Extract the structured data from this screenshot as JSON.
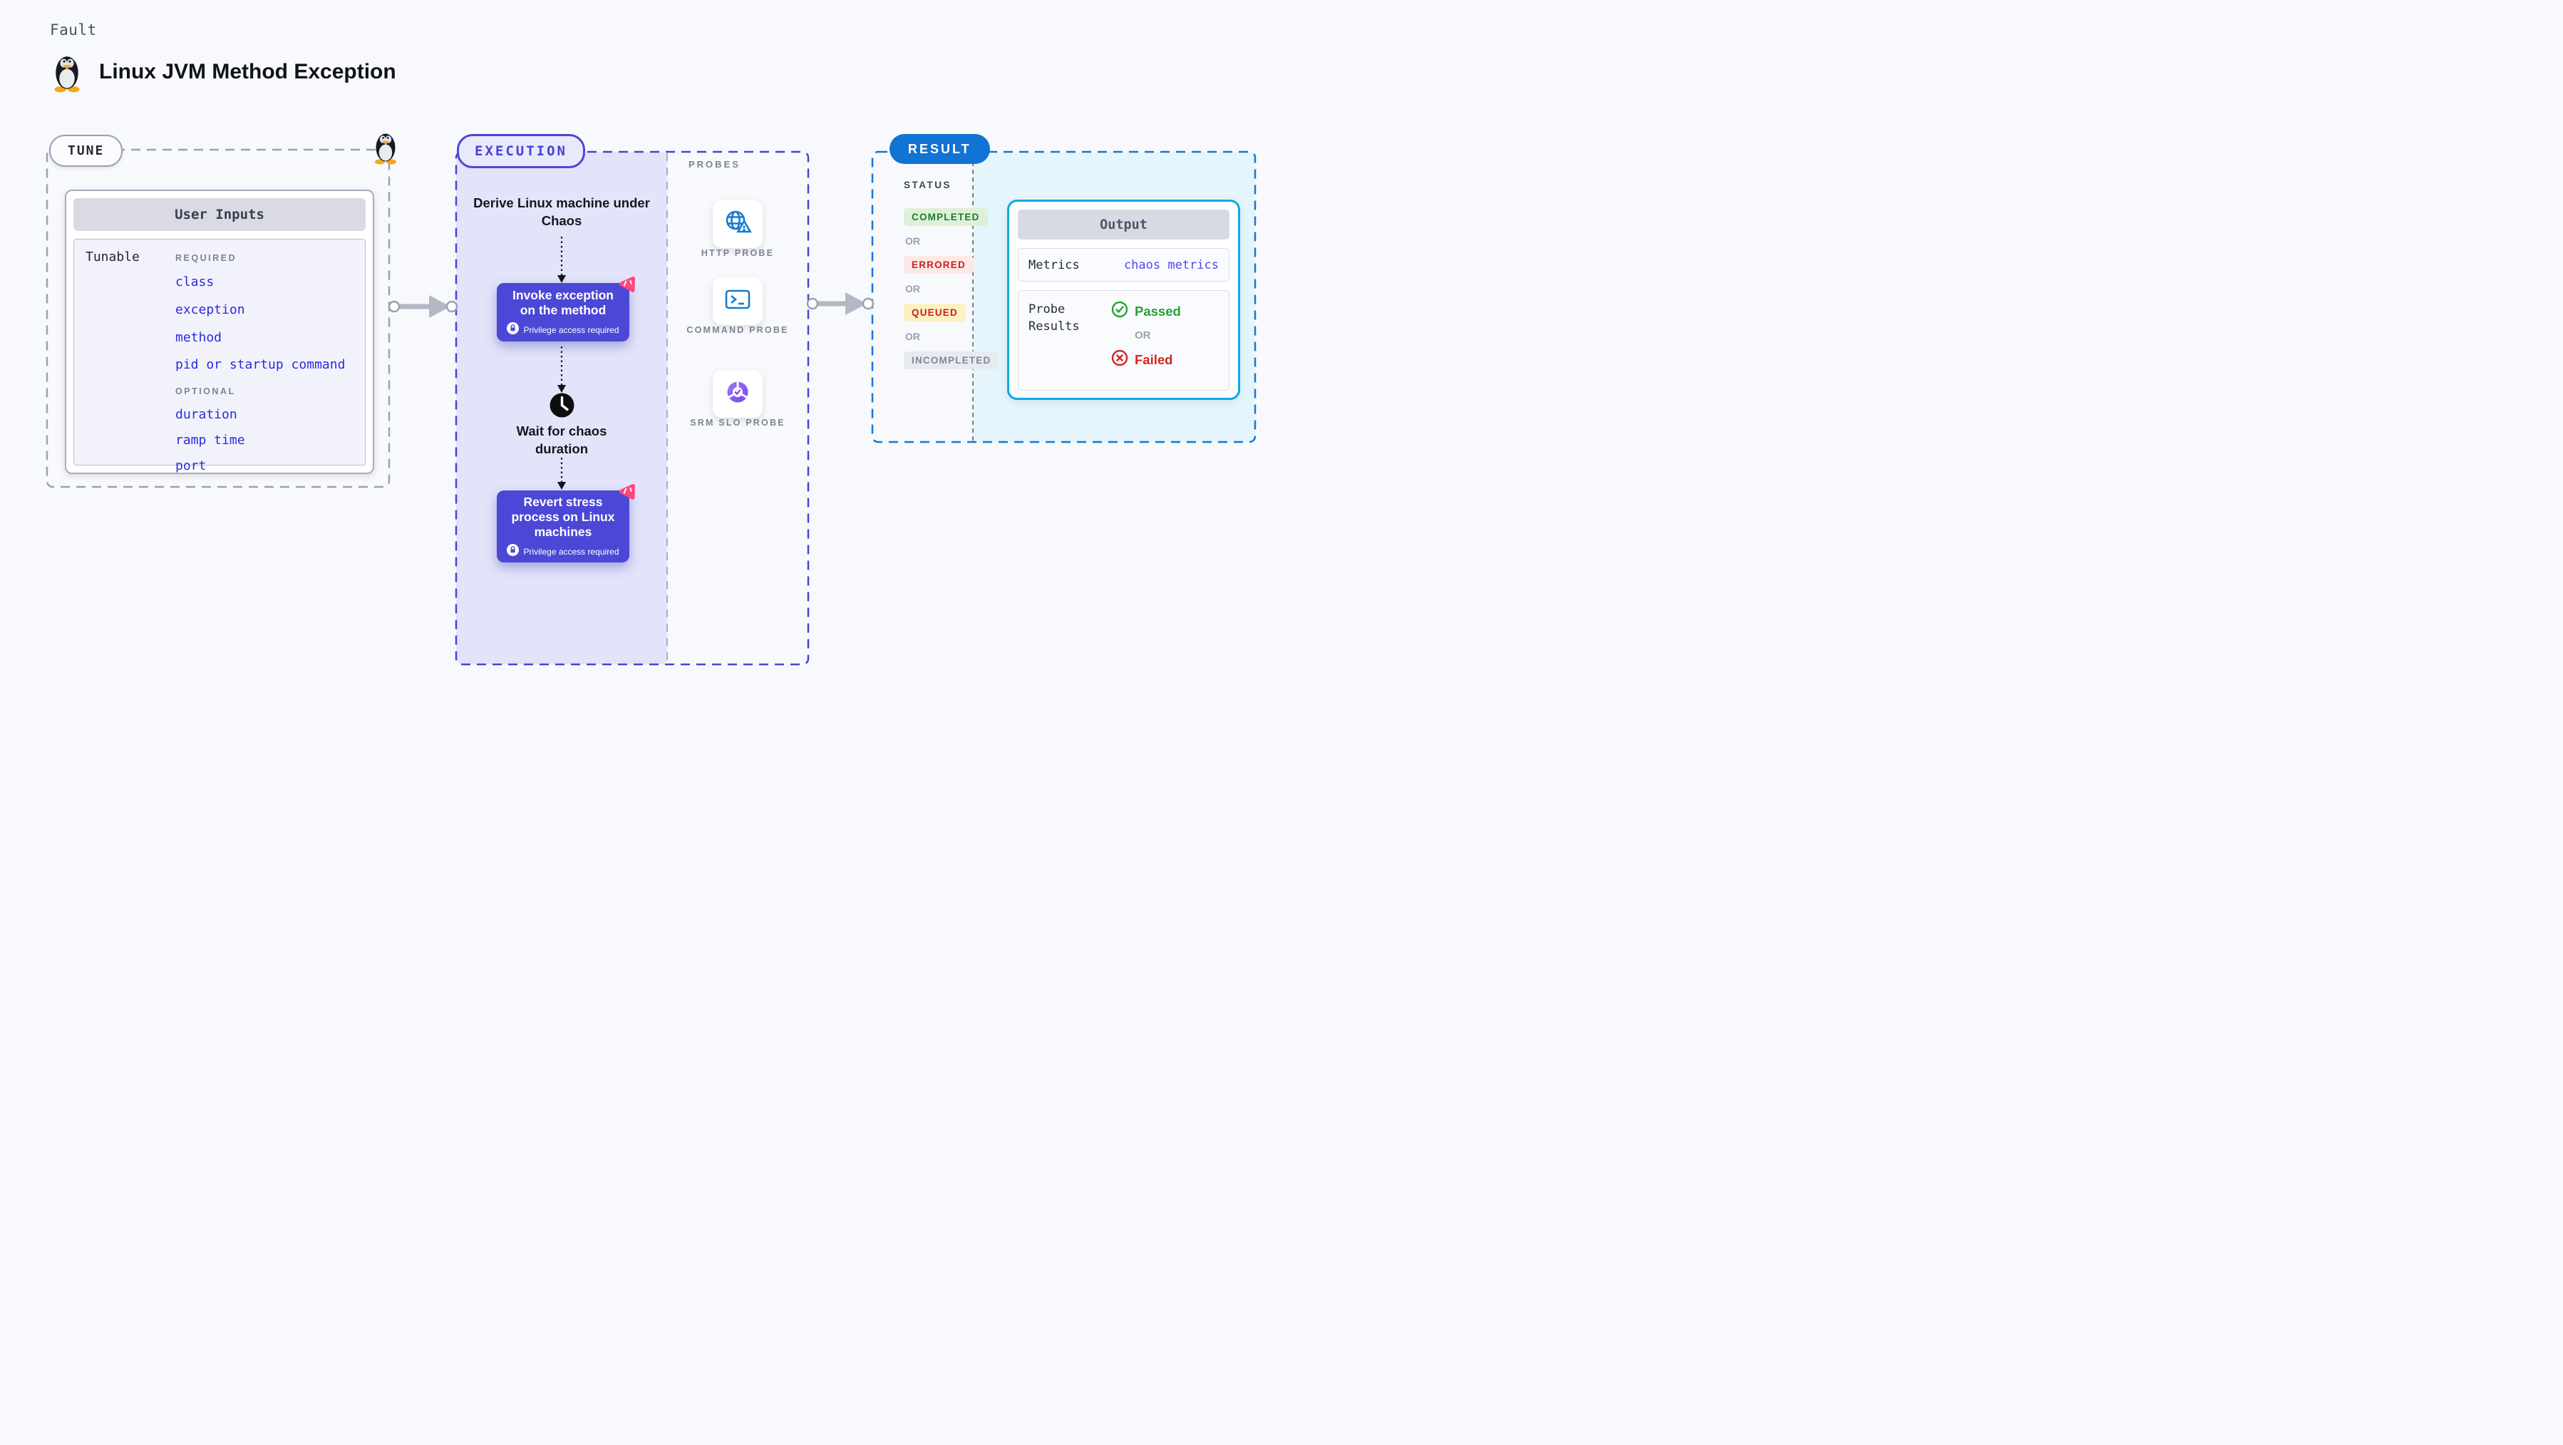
{
  "header": {
    "eyebrow": "Fault",
    "title": "Linux JVM Method Exception",
    "icon": "linux-penguin"
  },
  "tune": {
    "label": "TUNE",
    "card_title": "User Inputs",
    "row_label": "Tunable",
    "required_label": "REQUIRED",
    "required_items": [
      "class",
      "exception",
      "method",
      "pid or startup command"
    ],
    "optional_label": "OPTIONAL",
    "optional_items": [
      "duration",
      "ramp time",
      "port"
    ]
  },
  "execution": {
    "label": "EXECUTION",
    "derive_text": "Derive Linux machine under Chaos",
    "invoke": {
      "title": "Invoke exception on the method",
      "badge": "Privilege access required"
    },
    "wait_text": "Wait for chaos duration",
    "revert": {
      "title": "Revert stress process on Linux machines",
      "badge": "Privilege access required"
    }
  },
  "probes": {
    "label": "PROBES",
    "items": [
      {
        "name": "HTTP PROBE",
        "icon": "globe-warning-icon"
      },
      {
        "name": "COMMAND PROBE",
        "icon": "terminal-icon"
      },
      {
        "name": "SRM SLO PROBE",
        "icon": "slo-pie-check-icon"
      }
    ]
  },
  "result": {
    "label": "RESULT",
    "status_label": "STATUS",
    "or_label": "OR",
    "statuses": [
      {
        "text": "COMPLETED",
        "bg": "#def0d8",
        "color": "#1a7d2c"
      },
      {
        "text": "ERRORED",
        "bg": "#fce8e6",
        "color": "#c5221f"
      },
      {
        "text": "QUEUED",
        "bg": "#fdf0c4",
        "color": "#c5221f"
      },
      {
        "text": "INCOMPLETED",
        "bg": "#e8eaf1",
        "color": "#80869a"
      }
    ],
    "output": {
      "title": "Output",
      "metrics_label": "Metrics",
      "metrics_link": "chaos metrics",
      "probe_results_label": "Probe Results",
      "passed": "Passed",
      "or": "OR",
      "failed": "Failed"
    }
  },
  "colors": {
    "page_bg": "#f8f9fc",
    "tune_accent": "#98a0b2",
    "execution_accent": "#4347d0",
    "execution_fill": "#e3e4fa",
    "result_accent": "#1173d4",
    "result_fill": "#e5f5fc",
    "output_border": "#10a7e1",
    "action_button_bg": "#4b48d7",
    "link_blue": "#2a2ae0",
    "passed_green": "#27a033",
    "failed_red": "#d2271b",
    "chaos_badge_pink": "#fc4879"
  }
}
